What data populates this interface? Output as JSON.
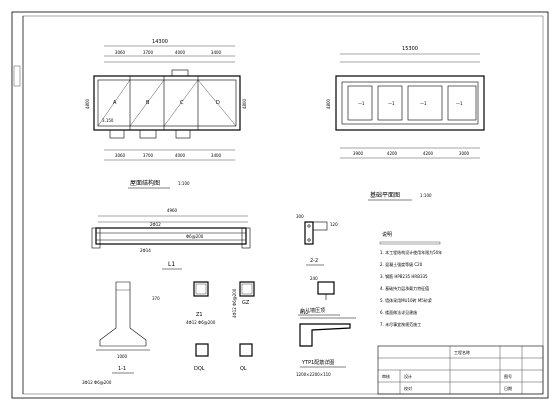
{
  "roof_plan": {
    "title": "屋面结构图",
    "scale": "1:100",
    "overall": "14300",
    "dims_top": [
      "3060",
      "3700",
      "4000",
      "3400"
    ],
    "dims_bottom": [
      "3060",
      "3700",
      "4000",
      "3400"
    ],
    "side_dim": "4800",
    "slab_labels": [
      "A",
      "B",
      "C",
      "D"
    ],
    "slab_value": "3.150"
  },
  "foundation_plan": {
    "title": "基础平面图",
    "scale": "1:100",
    "overall": "15300",
    "dims": [
      "3900",
      "4200",
      "4200",
      "3000"
    ],
    "side_dim": "4800"
  },
  "beam_elevation": {
    "overall": "4960",
    "label": "L1",
    "marks": [
      "2Φ12",
      "Φ6@200",
      "2Φ14"
    ]
  },
  "section_2_2": {
    "title": "2-2"
  },
  "parapet": {
    "title": "女儿墙压顶"
  },
  "column_details": {
    "z1": "Z1",
    "z1_note": "4Φ12 Φ6@200",
    "gz": "GZ",
    "gz_note": "4Φ12 Φ6@200"
  },
  "wall_section": {
    "title": "1-1",
    "note": "3Φ12 Φ6@200",
    "dims": [
      "1000",
      "370"
    ]
  },
  "dql": {
    "title": "DQL"
  },
  "ql": {
    "title": "QL"
  },
  "ytp": {
    "title": "YTP1配筋详图",
    "note": "1200×2200×110"
  },
  "notes": {
    "title": "说明",
    "lines": [
      "1. 本工程结构设计使用年限为50年",
      "2. 混凝土强度等级 C20",
      "3. 钢筋 HPB235 HRB335",
      "4. 基础持力层承载力特征值",
      "5. 墙体采用MU10砖 M5砂浆",
      "6. 楼面做法详见建施",
      "7. 未尽事宜按规范施工"
    ]
  },
  "title_block": {
    "labels": [
      "设计",
      "校对",
      "审核"
    ],
    "fields": [
      "工程名称",
      "图号",
      "日期"
    ]
  }
}
